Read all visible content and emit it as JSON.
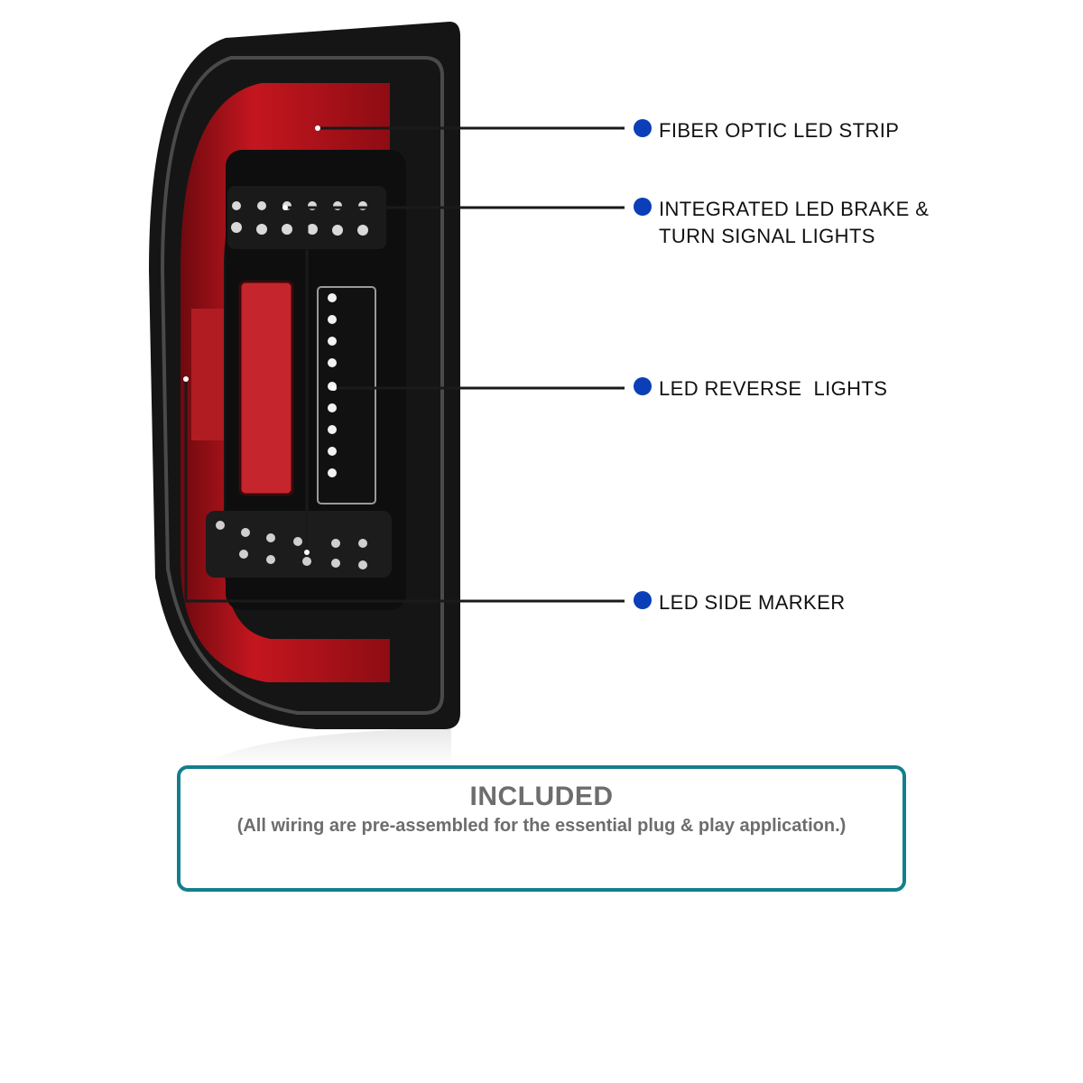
{
  "callouts": [
    {
      "label": "FIBER OPTIC LED STRIP",
      "icon": "bullet-dot"
    },
    {
      "label": "INTEGRATED LED BRAKE &\nTURN SIGNAL LIGHTS",
      "icon": "bullet-dot"
    },
    {
      "label": "LED REVERSE  LIGHTS",
      "icon": "bullet-dot"
    },
    {
      "label": "LED SIDE MARKER",
      "icon": "bullet-dot"
    }
  ],
  "included": {
    "title": "INCLUDED",
    "subtitle": "(All wiring are pre-assembled for the essential plug & play application.)"
  },
  "colors": {
    "bullet": "#0a3fb8",
    "box_border": "#137f8c",
    "lens_red": "#b3121b",
    "housing": "#141414"
  }
}
